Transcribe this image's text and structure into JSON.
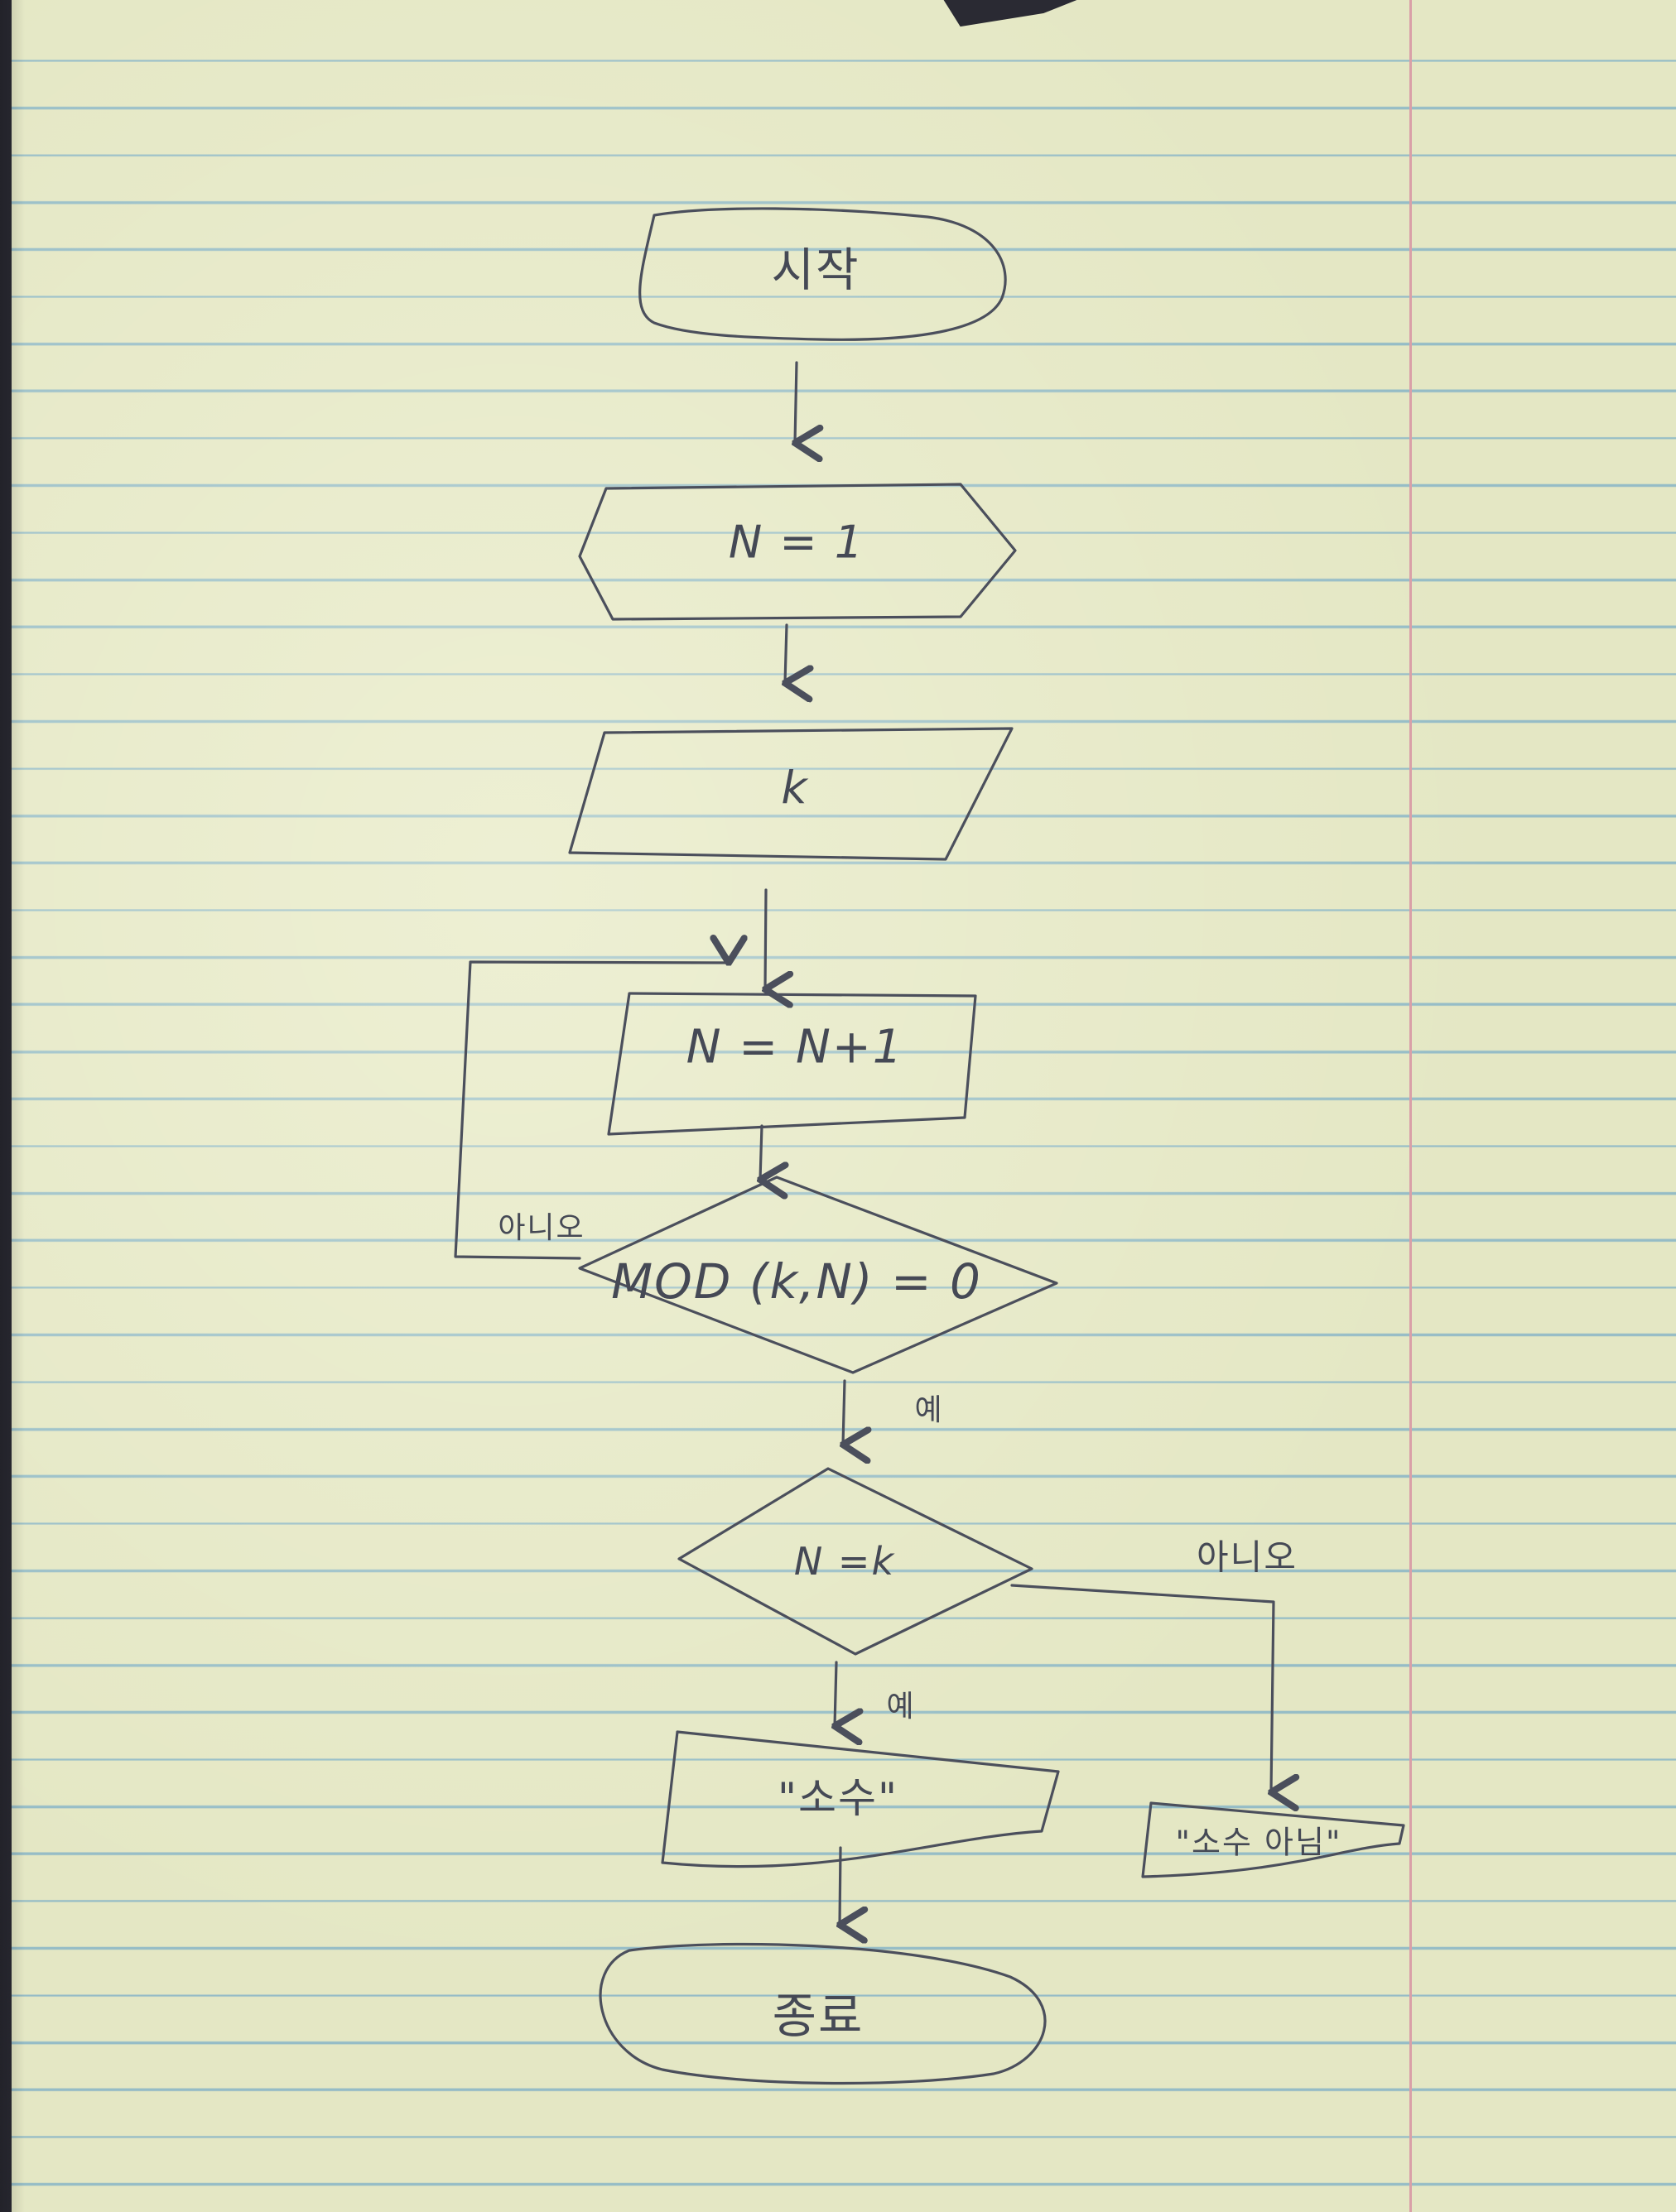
{
  "diagram": {
    "nodes": [
      {
        "id": "start",
        "shape": "terminator",
        "label": "시작"
      },
      {
        "id": "init",
        "shape": "preparation",
        "label": "N = 1"
      },
      {
        "id": "input",
        "shape": "input",
        "label": "k"
      },
      {
        "id": "increment",
        "shape": "process",
        "label": "N = N+1"
      },
      {
        "id": "check-mod",
        "shape": "decision",
        "label": "MOD (k,N) = 0"
      },
      {
        "id": "check-equal",
        "shape": "decision",
        "label": "N =k"
      },
      {
        "id": "out-prime",
        "shape": "output",
        "label": "\"소수\""
      },
      {
        "id": "out-not-prime",
        "shape": "output",
        "label": "\"소수 아님\""
      },
      {
        "id": "end",
        "shape": "terminator",
        "label": "종료"
      }
    ],
    "edges": [
      {
        "from": "start",
        "to": "init",
        "label": ""
      },
      {
        "from": "init",
        "to": "input",
        "label": ""
      },
      {
        "from": "input",
        "to": "increment",
        "label": ""
      },
      {
        "from": "increment",
        "to": "check-mod",
        "label": ""
      },
      {
        "from": "check-mod",
        "to": "increment",
        "label": "아니오"
      },
      {
        "from": "check-mod",
        "to": "check-equal",
        "label": "예"
      },
      {
        "from": "check-equal",
        "to": "out-prime",
        "label": "예"
      },
      {
        "from": "check-equal",
        "to": "out-not-prime",
        "label": "아니오"
      },
      {
        "from": "out-prime",
        "to": "end",
        "label": ""
      }
    ]
  },
  "colors": {
    "paper": "#e4e7c4",
    "rule_line": "#95bcc6",
    "margin_line": "#d9a0a8",
    "pencil": "#4b4f5c"
  }
}
